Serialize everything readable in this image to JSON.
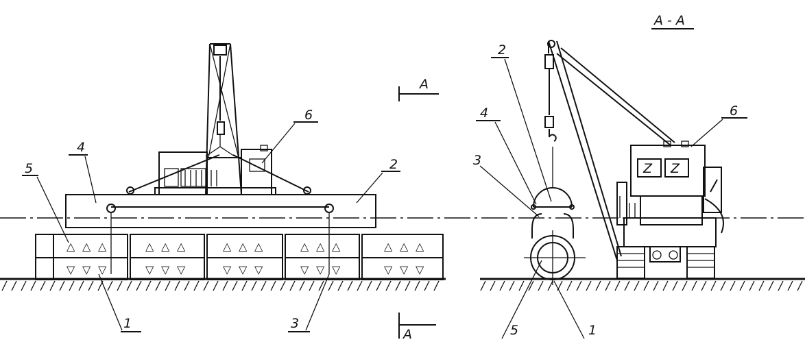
{
  "section_title": "A - A",
  "section_marker_top": "A",
  "section_marker_bottom": "A",
  "front_view": {
    "callouts": [
      "1",
      "2",
      "3",
      "4",
      "5",
      "6"
    ]
  },
  "side_view": {
    "callouts": [
      "1",
      "2",
      "3",
      "4",
      "5",
      "6"
    ],
    "cab_windows": [
      "Z",
      "Z"
    ]
  },
  "block_symbols": {
    "top_row": "△",
    "bottom_row": "▽"
  }
}
